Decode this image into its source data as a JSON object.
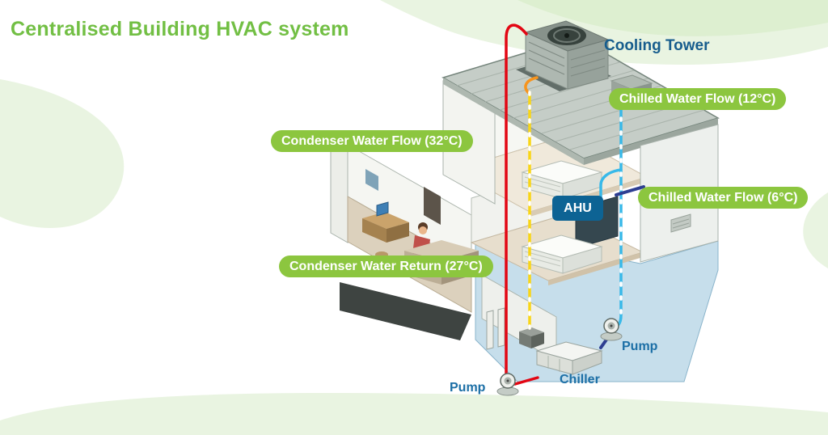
{
  "title": "Centralised Building HVAC system",
  "diagram": {
    "cooling_tower_label": "Cooling Tower",
    "ahu_label": "AHU",
    "chiller_label": "Chiller",
    "pump_right_label": "Pump",
    "pump_bottom_label": "Pump",
    "flow_labels": {
      "chilled_water_flow_12": "Chilled Water Flow (12°C)",
      "condenser_water_flow_32": "Condenser Water Flow (32°C)",
      "chilled_water_flow_6": "Chilled Water Flow (6°C)",
      "condenser_water_return_27": "Condenser Water Return (27°C)"
    },
    "colors": {
      "title_green": "#72bf44",
      "pill_green": "#8cc63f",
      "label_blue": "#1c6fa6",
      "cooling_tower_text_blue": "#175d8d",
      "ahu_badge_blue": "#0d6394",
      "pipe_red": "#e30613",
      "pipe_yellow": "#f9d616",
      "pipe_orange": "#f7941d",
      "pipe_cyan": "#38b9e9",
      "pipe_dark_blue": "#2d3e92",
      "basement_blue": "#b9d7e6",
      "swoosh_green": "#e9f4e1"
    }
  }
}
